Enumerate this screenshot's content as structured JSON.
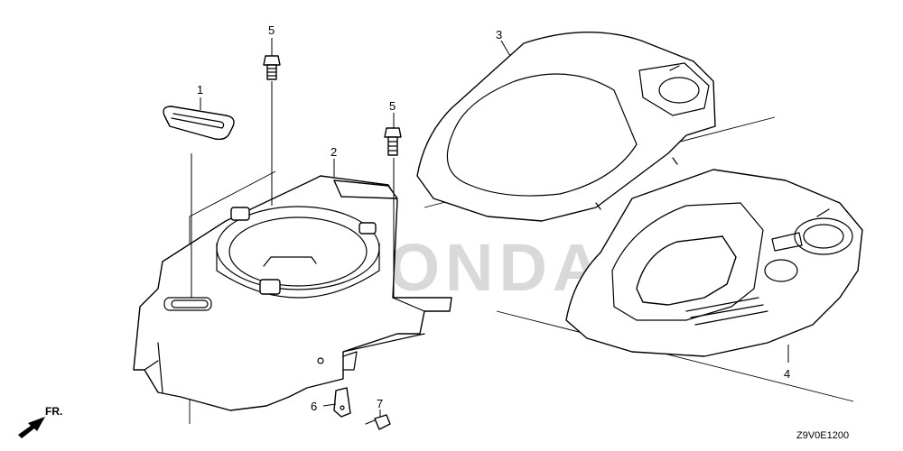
{
  "diagram": {
    "watermark": "HONDA",
    "drawing_code": "Z9V0E1200",
    "direction_label": "FR.",
    "callouts": [
      {
        "id": "c1",
        "label": "1"
      },
      {
        "id": "c2",
        "label": "2"
      },
      {
        "id": "c3",
        "label": "3"
      },
      {
        "id": "c4",
        "label": "4"
      },
      {
        "id": "c5a",
        "label": "5"
      },
      {
        "id": "c5b",
        "label": "5"
      },
      {
        "id": "c6",
        "label": "6"
      },
      {
        "id": "c7",
        "label": "7"
      }
    ],
    "colors": {
      "line": "#000000",
      "watermark": "#d9d9d9",
      "background": "#ffffff"
    }
  }
}
